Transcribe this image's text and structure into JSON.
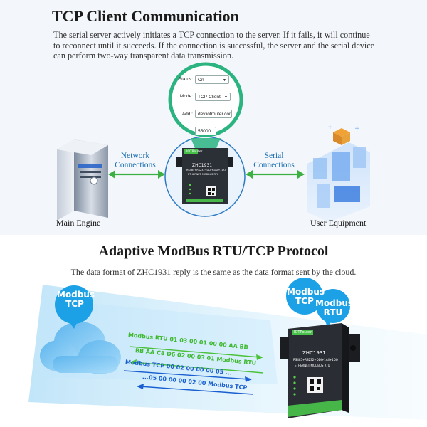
{
  "top": {
    "title": "TCP Client Communication",
    "description": "The serial server actively initiates a TCP connection to the server. If it fails, it will continue to reconnect until it succeeds. If the connection is successful, the server and the serial device can perform two-way transparent data transmission.",
    "form": {
      "status_label": "Status:",
      "status_value": "On",
      "mode_label": "Mode:",
      "mode_value": "TCP-Client",
      "addr_label": "Add :",
      "addr_value": "dev.iotrouter.com",
      "port_value": "55000"
    },
    "left_link": [
      "Network",
      "Connections"
    ],
    "right_link": [
      "Serial",
      "Connections"
    ],
    "left_caption": "Main Engine",
    "right_caption": "User Equipment",
    "device": {
      "brand": "IOTRouter",
      "model": "ZHC1931",
      "spec": "RS485+RS232+DDI+1Ali+1DO",
      "sub": "ETHERNET MODBUS RTU"
    }
  },
  "bottom": {
    "title": "Adaptive ModBus RTU/TCP Protocol",
    "subtitle": "The data format of ZHC1931 reply is the same as the data format sent by the cloud.",
    "cloud_bubble": [
      "Modbus",
      "TCP"
    ],
    "device_bubble_tcp": [
      "Modbus",
      "TCP"
    ],
    "device_bubble_rtu": [
      "Modbus",
      "RTU"
    ],
    "messages": [
      "Modbus RTU 01 03 00 01 00 00 AA BB",
      "BB AA C8 D6 02 00 03 01 Modbus RTU",
      "Modbus TCP 00 02 00 00 00 05 ...",
      "...05 00 00 00 02 00 Modbus TCP"
    ],
    "device": {
      "brand": "IOTRouter",
      "model": "ZHC1931",
      "spec": "RS485+RS232+DDI+1Ali+1DO",
      "sub": "ETHERNET MODBUS RTU"
    }
  },
  "colors": {
    "accent_blue": "#1c6fb0",
    "arrow_green": "#3cb043",
    "rtu_green": "#4cc23a",
    "tcp_blue": "#1a5fd0"
  }
}
